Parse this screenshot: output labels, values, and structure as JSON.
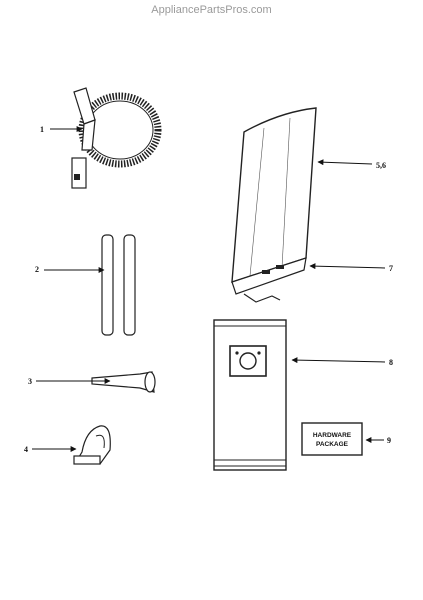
{
  "header": {
    "watermark": "AppliancePartsPros.com"
  },
  "callouts": {
    "c1": "1",
    "c2": "2",
    "c3": "3",
    "c4": "4",
    "c56": "5,6",
    "c7": "7",
    "c8": "8",
    "c9": "9"
  },
  "hardware_package": {
    "line1": "HARDWARE",
    "line2": "PACKAGE"
  }
}
